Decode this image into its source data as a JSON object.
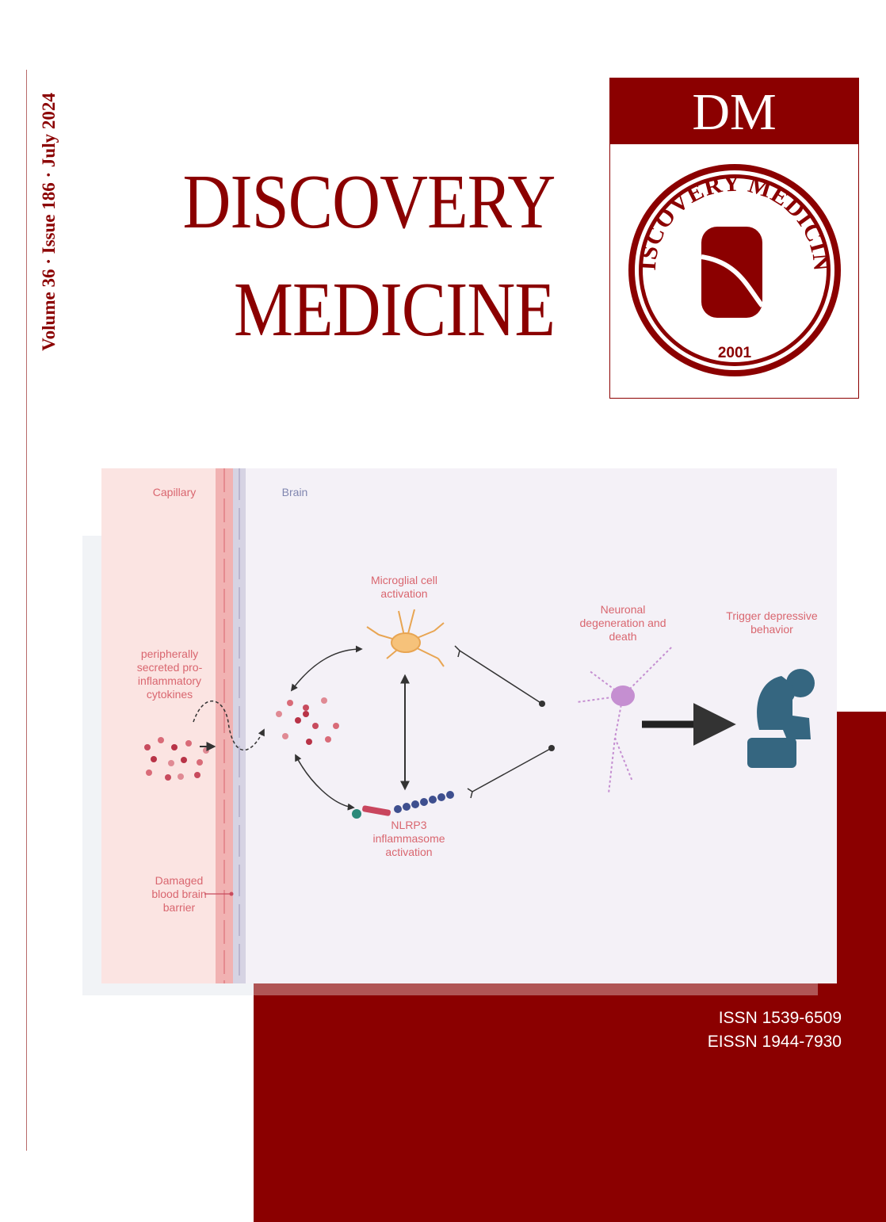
{
  "journal": {
    "volume_line": "Volume 36 · Issue 186 · July 2024",
    "title_line1": "DISCOVERY",
    "title_line2": "MEDICINE",
    "issn": "ISSN 1539-6509",
    "eissn": "EISSN 1944-7930"
  },
  "logo": {
    "abbr": "DM",
    "ring_text": "·DISCOVERY MEDICINE·",
    "year": "2001"
  },
  "figure": {
    "capillary": "Capillary",
    "brain": "Brain",
    "cytokines": [
      "peripherally",
      "secreted pro-",
      "inflammatory",
      "cytokines"
    ],
    "microglia": [
      "Microglial cell",
      "activation"
    ],
    "nlrp3": [
      "NLRP3",
      "inflammasome",
      "activation"
    ],
    "neuronal": [
      "Neuronal",
      "degeneration and",
      "death"
    ],
    "depressive": [
      "Trigger depressive",
      "behavior"
    ],
    "bbb": [
      "Damaged",
      "blood brain",
      "barrier"
    ]
  },
  "colors": {
    "brand": "#8b0000",
    "figure_label": "#d9666f",
    "brain_label": "#8086b0"
  }
}
